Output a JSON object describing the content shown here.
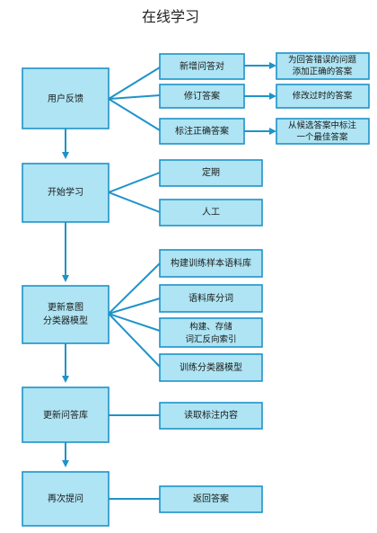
{
  "title": "在线学习",
  "nodes": {
    "user_feedback": "用户反馈",
    "add_qa_pair": "新增问答对",
    "revise_answer": "修订答案",
    "mark_correct_answer": "标注正确答案",
    "add_correct_answer_l1": "为回答错误的问题",
    "add_correct_answer_l2": "添加正确的答案",
    "modify_outdated_answer": "修改过时的答案",
    "mark_best_answer_l1": "从候选答案中标注",
    "mark_best_answer_l2": "一个最佳答案",
    "start_learning": "开始学习",
    "periodic": "定期",
    "manual": "人工",
    "update_intent_l1": "更新意图",
    "update_intent_l2": "分类器模型",
    "build_corpus": "构建训练样本语料库",
    "segment_corpus": "语料库分词",
    "build_index_l1": "构建、存储",
    "build_index_l2": "词汇反向索引",
    "train_classifier": "训练分类器模型",
    "update_qa_base": "更新问答库",
    "read_annotations": "读取标注内容",
    "ask_again": "再次提问",
    "return_answer": "返回答案"
  }
}
